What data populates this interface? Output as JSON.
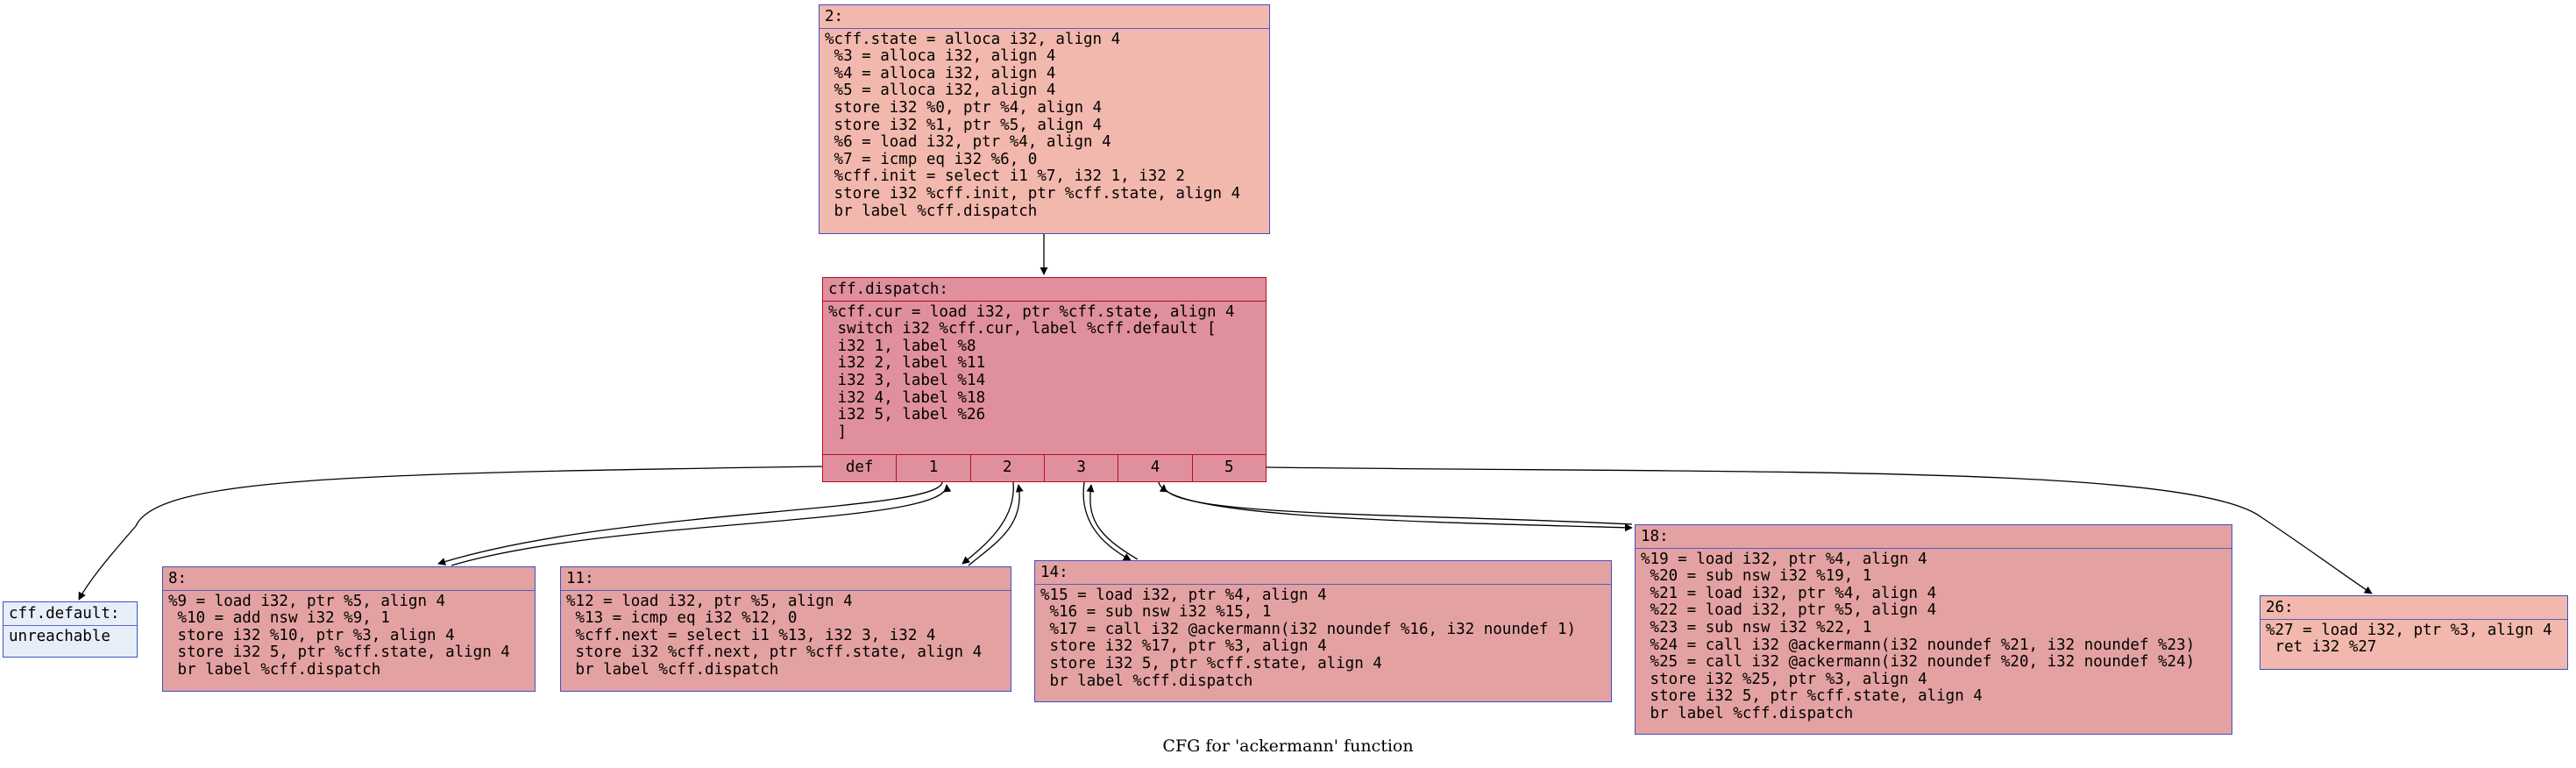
{
  "graph": {
    "title": "CFG for 'ackermann' function"
  },
  "colors": {
    "entry_fill": "#f2b8ad",
    "dispatch_fill": "#e0909c",
    "block_fill": "#e3a2a1",
    "exit_fill": "#f2b8ad",
    "default_fill": "#e8eef9",
    "node_border": "#3d50c3",
    "dispatch_border": "#b70d28",
    "edge": "#000000"
  },
  "nodes": {
    "n2": {
      "header": "2:",
      "body": "%cff.state = alloca i32, align 4\n %3 = alloca i32, align 4\n %4 = alloca i32, align 4\n %5 = alloca i32, align 4\n store i32 %0, ptr %4, align 4\n store i32 %1, ptr %5, align 4\n %6 = load i32, ptr %4, align 4\n %7 = icmp eq i32 %6, 0\n %cff.init = select i1 %7, i32 1, i32 2\n store i32 %cff.init, ptr %cff.state, align 4\n br label %cff.dispatch"
    },
    "dispatch": {
      "header": "cff.dispatch:",
      "body": "%cff.cur = load i32, ptr %cff.state, align 4\n switch i32 %cff.cur, label %cff.default [\n i32 1, label %8\n i32 2, label %11\n i32 3, label %14\n i32 4, label %18\n i32 5, label %26\n ]",
      "ports": [
        "def",
        "1",
        "2",
        "3",
        "4",
        "5"
      ]
    },
    "default": {
      "header": "cff.default:",
      "body": "unreachable"
    },
    "n8": {
      "header": "8:",
      "body": "%9 = load i32, ptr %5, align 4\n %10 = add nsw i32 %9, 1\n store i32 %10, ptr %3, align 4\n store i32 5, ptr %cff.state, align 4\n br label %cff.dispatch"
    },
    "n11": {
      "header": "11:",
      "body": "%12 = load i32, ptr %5, align 4\n %13 = icmp eq i32 %12, 0\n %cff.next = select i1 %13, i32 3, i32 4\n store i32 %cff.next, ptr %cff.state, align 4\n br label %cff.dispatch"
    },
    "n14": {
      "header": "14:",
      "body": "%15 = load i32, ptr %4, align 4\n %16 = sub nsw i32 %15, 1\n %17 = call i32 @ackermann(i32 noundef %16, i32 noundef 1)\n store i32 %17, ptr %3, align 4\n store i32 5, ptr %cff.state, align 4\n br label %cff.dispatch"
    },
    "n18": {
      "header": "18:",
      "body": "%19 = load i32, ptr %4, align 4\n %20 = sub nsw i32 %19, 1\n %21 = load i32, ptr %4, align 4\n %22 = load i32, ptr %5, align 4\n %23 = sub nsw i32 %22, 1\n %24 = call i32 @ackermann(i32 noundef %21, i32 noundef %23)\n %25 = call i32 @ackermann(i32 noundef %20, i32 noundef %24)\n store i32 %25, ptr %3, align 4\n store i32 5, ptr %cff.state, align 4\n br label %cff.dispatch"
    },
    "n26": {
      "header": "26:",
      "body": "%27 = load i32, ptr %3, align 4\n ret i32 %27"
    }
  }
}
